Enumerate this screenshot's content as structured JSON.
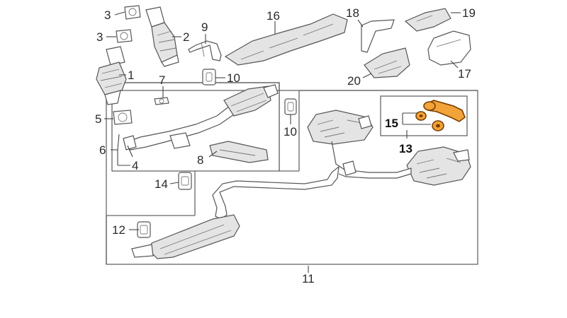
{
  "callouts": {
    "c1": "1",
    "c2": "2",
    "c3a": "3",
    "c3b": "3",
    "c4": "4",
    "c5": "5",
    "c6": "6",
    "c7": "7",
    "c8": "8",
    "c9": "9",
    "c10a": "10",
    "c10b": "10",
    "c11": "11",
    "c12": "12",
    "c13": "13",
    "c14": "14",
    "c15": "15",
    "c16": "16",
    "c17": "17",
    "c18": "18",
    "c19": "19",
    "c20": "20"
  },
  "highlight": {
    "parts": [
      "15"
    ],
    "color": "#f2a33a"
  }
}
